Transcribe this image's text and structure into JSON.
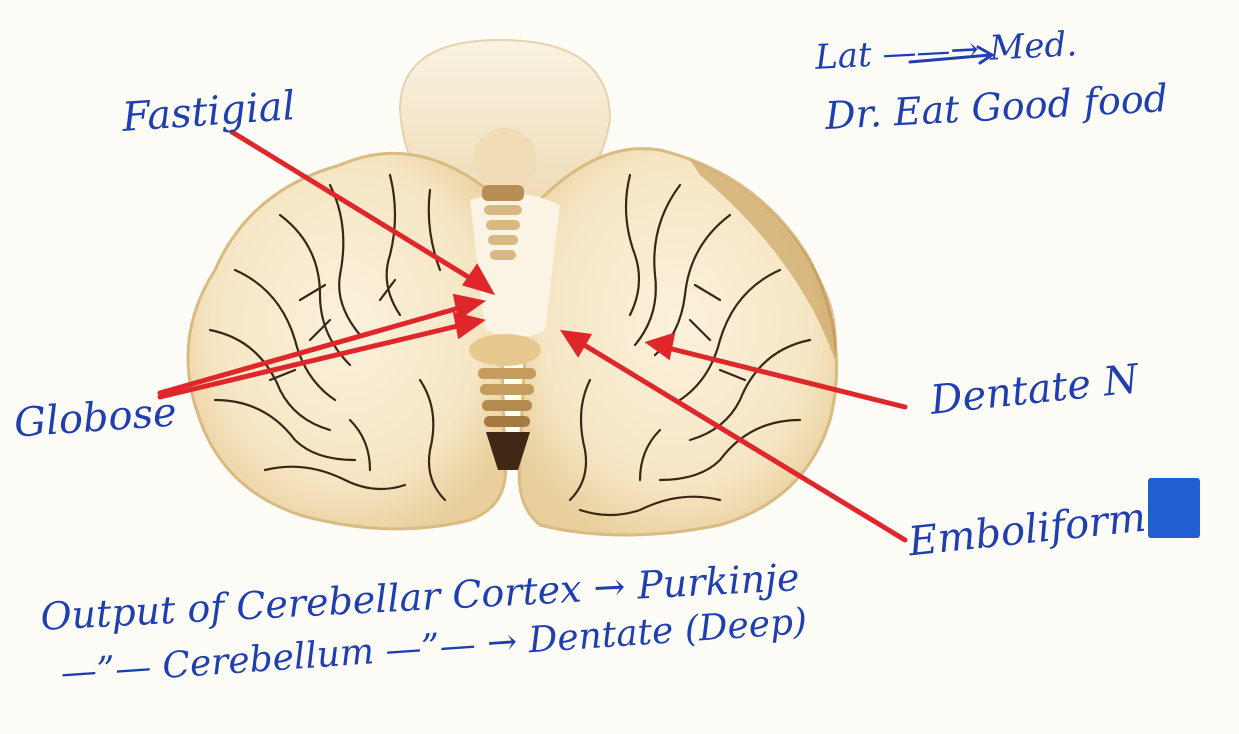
{
  "labels": {
    "fastigial": "Fastigial",
    "globose": "Globose",
    "dentate": "Dentate N",
    "emboliform": "Emboliform"
  },
  "notes": {
    "mnemonic_line1": "Lat ——→ Med.",
    "mnemonic_line2": "Dr. Eat Good food"
  },
  "output": {
    "line1": "Output of Cerebellar Cortex → Purkinje",
    "line2": "—”— Cerebellum —”— → Dentate (Deep)"
  },
  "colors": {
    "ink": "#1f3fb0",
    "arrow": "#e0262b",
    "marker": "#1f5fd0",
    "cerebellum_fill": "#f6e6c4",
    "cerebellum_shade": "#e6c992",
    "folia_line": "#3a2614"
  }
}
